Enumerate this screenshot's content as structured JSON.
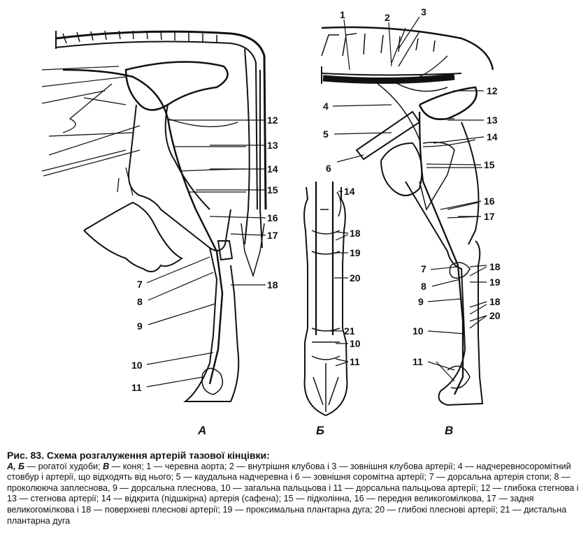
{
  "figure": {
    "panels": [
      "А",
      "Б",
      "В"
    ],
    "labels_A": [
      "12",
      "13",
      "14",
      "15",
      "16",
      "17",
      "18",
      "7",
      "8",
      "9",
      "10",
      "11"
    ],
    "labels_B_top": [
      "1",
      "2",
      "3"
    ],
    "labels_B": [
      "6",
      "14",
      "18",
      "19",
      "20",
      "21",
      "10",
      "11"
    ],
    "labels_C_left": [
      "4",
      "5",
      "7",
      "8",
      "9",
      "10",
      "11"
    ],
    "labels_C_right": [
      "12",
      "13",
      "14",
      "15",
      "16",
      "17",
      "18",
      "19",
      "18",
      "20"
    ]
  },
  "caption": {
    "title": "Рис. 83. Схема розгалуження артерій тазової кінцівки:",
    "lead_bold": "А, Б",
    "lead_text": " — рогатої худоби; ",
    "lead_bold2": "В",
    "body": " — коня; 1 — черевна аорта; 2 — внутрішня клубова і 3 — зовнішня клубова артерії; 4 — надчеревносоромітний стовбур і артерії, що відходять від нього; 5 — каудальна надчеревна і 6 — зовнішня соромітна артерії; 7 — дорсальна артерія стопи; 8 — проколююча заплеснова, 9 — дорсальна плеснова, 10 — загальна пальцьова і 11 — дорсальна пальцьова артерії; 12 — глибока стегнова і 13 — стегнова артерії; 14 — відкрита (підшкірна) артерія (сафена); 15 — підколінна, 16 — передня великогомілкова, 17 — задня великогомілкова і 18 — поверхневі плеснові артерії; 19 — проксимальна плантарна дуга; 20 — глибокі плеснові артерії; 21 — дистальна плантарна дуга"
  }
}
